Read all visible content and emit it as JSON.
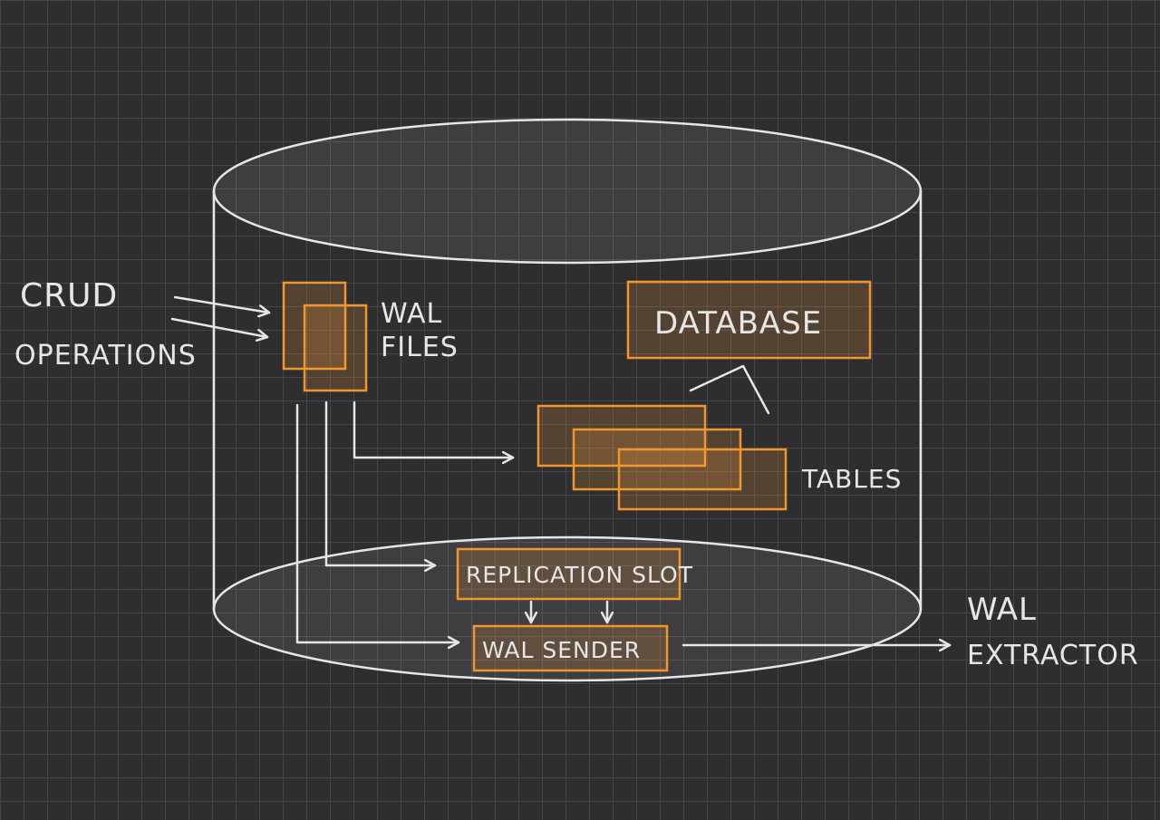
{
  "labels": {
    "crud_line1": "CRUD",
    "crud_line2": "OPERATIONS",
    "wal_files_line1": "WAL",
    "wal_files_line2": "FILES",
    "database": "DATABASE",
    "tables": "TABLES",
    "replication_slot": "REPLICATION SLOT",
    "wal_sender": "WAL SENDER",
    "wal_extractor_line1": "WAL",
    "wal_extractor_line2": "EXTRACTOR"
  },
  "colors": {
    "background": "#2e2e30",
    "grid": "#45454a",
    "stroke": "#e6e6e6",
    "accent": "#f0962a"
  }
}
